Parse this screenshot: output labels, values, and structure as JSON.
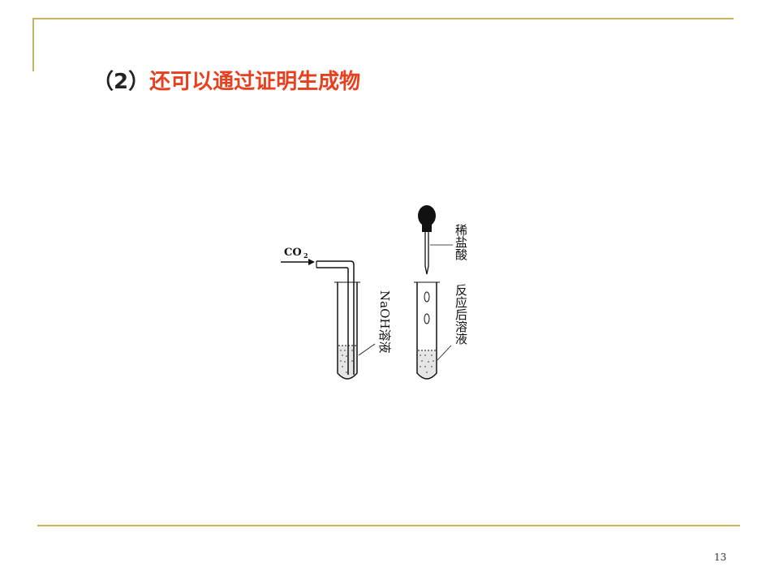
{
  "slide": {
    "title_prefix": "（2）",
    "title_text": "还可以通过证明生成物",
    "page_number": "13"
  },
  "diagram": {
    "gas_label": "CO",
    "gas_subscript": "2",
    "left_tube_label": "NaOH溶液",
    "dropper_label": "稀盐酸",
    "right_tube_label": "反应后溶液"
  },
  "colors": {
    "frame": "#c8b45a",
    "title_text": "#e8401f"
  }
}
